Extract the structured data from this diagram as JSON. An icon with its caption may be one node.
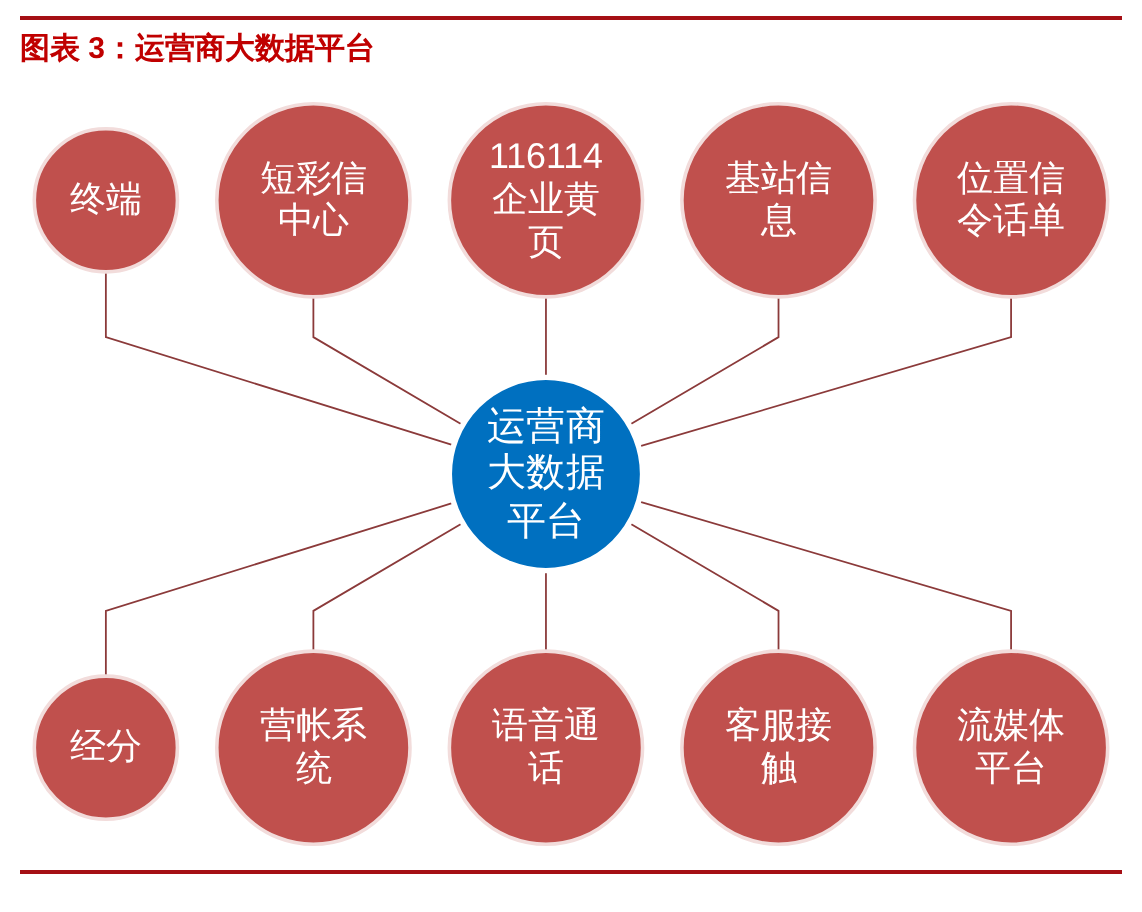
{
  "diagram": {
    "title": "图表 3：运营商大数据平台",
    "nodes": [
      {
        "text": [
          "运营商大数据平台"
        ]
      },
      {
        "text": [
          "终端"
        ]
      },
      {
        "text": [
          "短彩信中心"
        ]
      },
      {
        "text": [
          "116114企业黄页"
        ]
      },
      {
        "text": [
          "基站信息"
        ]
      },
      {
        "text": [
          "位置信令话单"
        ]
      },
      {
        "text": [
          "经分"
        ]
      },
      {
        "text": [
          "营帐系统"
        ]
      },
      {
        "text": [
          "语音通话"
        ]
      },
      {
        "text": [
          "客服接触"
        ]
      },
      {
        "text": [
          "流媒体平台"
        ]
      }
    ],
    "edges": [
      {
        "from": 1,
        "to": 0,
        "arrow": "none"
      },
      {
        "from": 2,
        "to": 0,
        "arrow": "none"
      },
      {
        "from": 3,
        "to": 0,
        "arrow": "none"
      },
      {
        "from": 4,
        "to": 0,
        "arrow": "none"
      },
      {
        "from": 5,
        "to": 0,
        "arrow": "none"
      },
      {
        "from": 0,
        "to": 6,
        "arrow": "none"
      },
      {
        "from": 0,
        "to": 7,
        "arrow": "none"
      },
      {
        "from": 0,
        "to": 8,
        "arrow": "none"
      },
      {
        "from": 0,
        "to": 9,
        "arrow": "none"
      },
      {
        "from": 0,
        "to": 10,
        "arrow": "none"
      }
    ]
  }
}
